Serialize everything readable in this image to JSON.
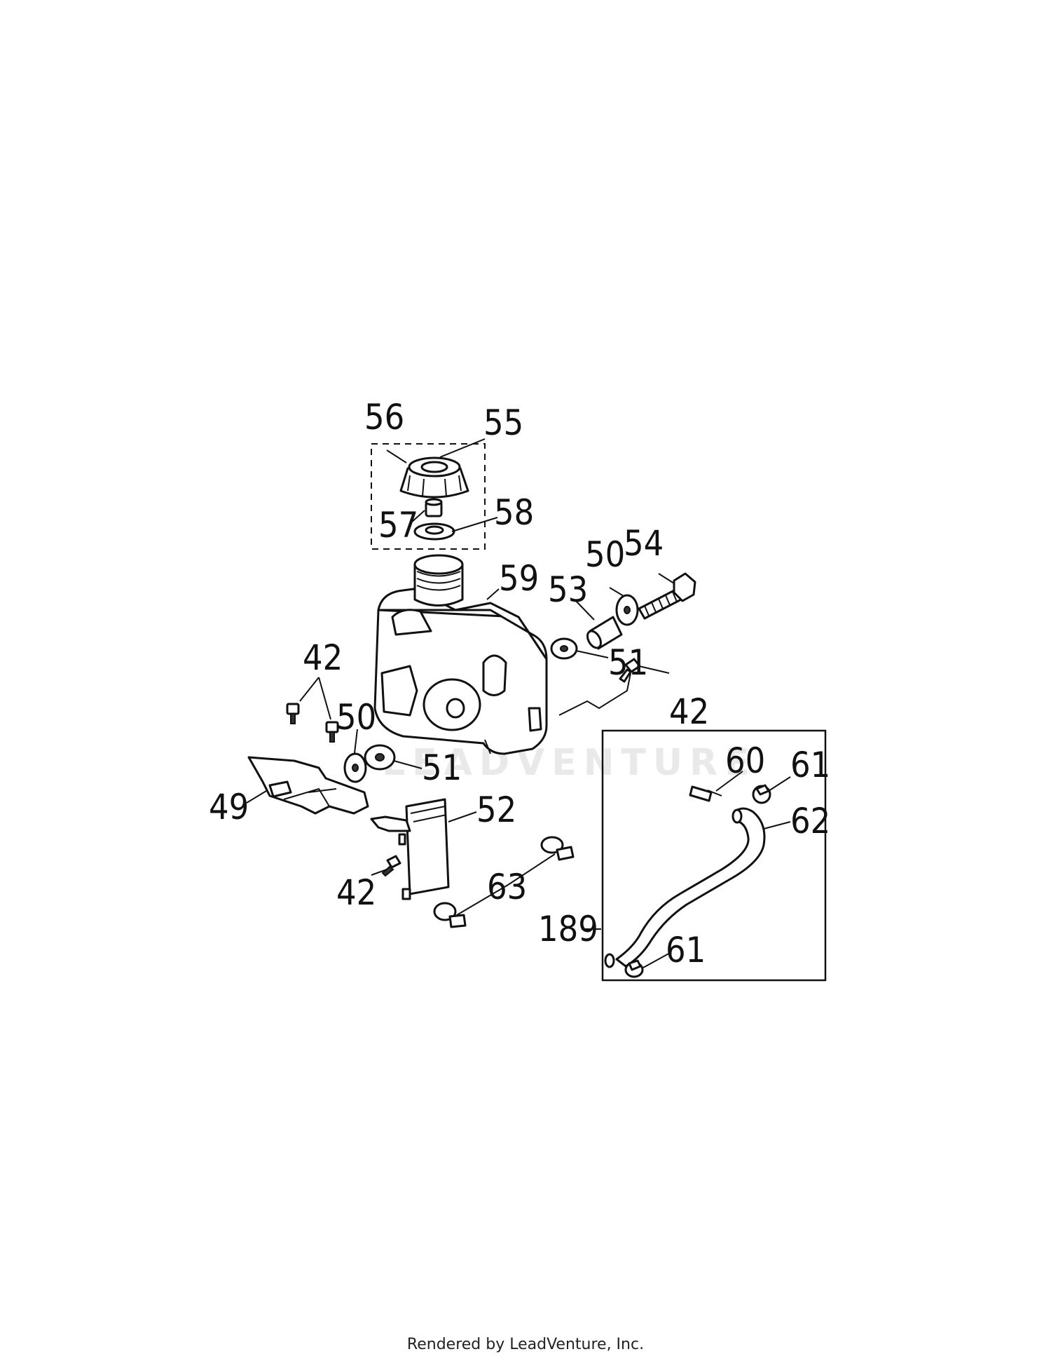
{
  "watermark": "LEADVENTURE",
  "footer": "Rendered by LeadVenture, Inc.",
  "callouts": {
    "c56": "56",
    "c55": "55",
    "c57": "57",
    "c58": "58",
    "c59": "59",
    "c53": "53",
    "c50a": "50",
    "c54": "54",
    "c51a": "51",
    "c42a": "42",
    "c42b": "42",
    "c50b": "50",
    "c51b": "51",
    "c49": "49",
    "c52": "52",
    "c42c": "42",
    "c63": "63",
    "c60": "60",
    "c61a": "61",
    "c62": "62",
    "c189": "189",
    "c61b": "61"
  }
}
